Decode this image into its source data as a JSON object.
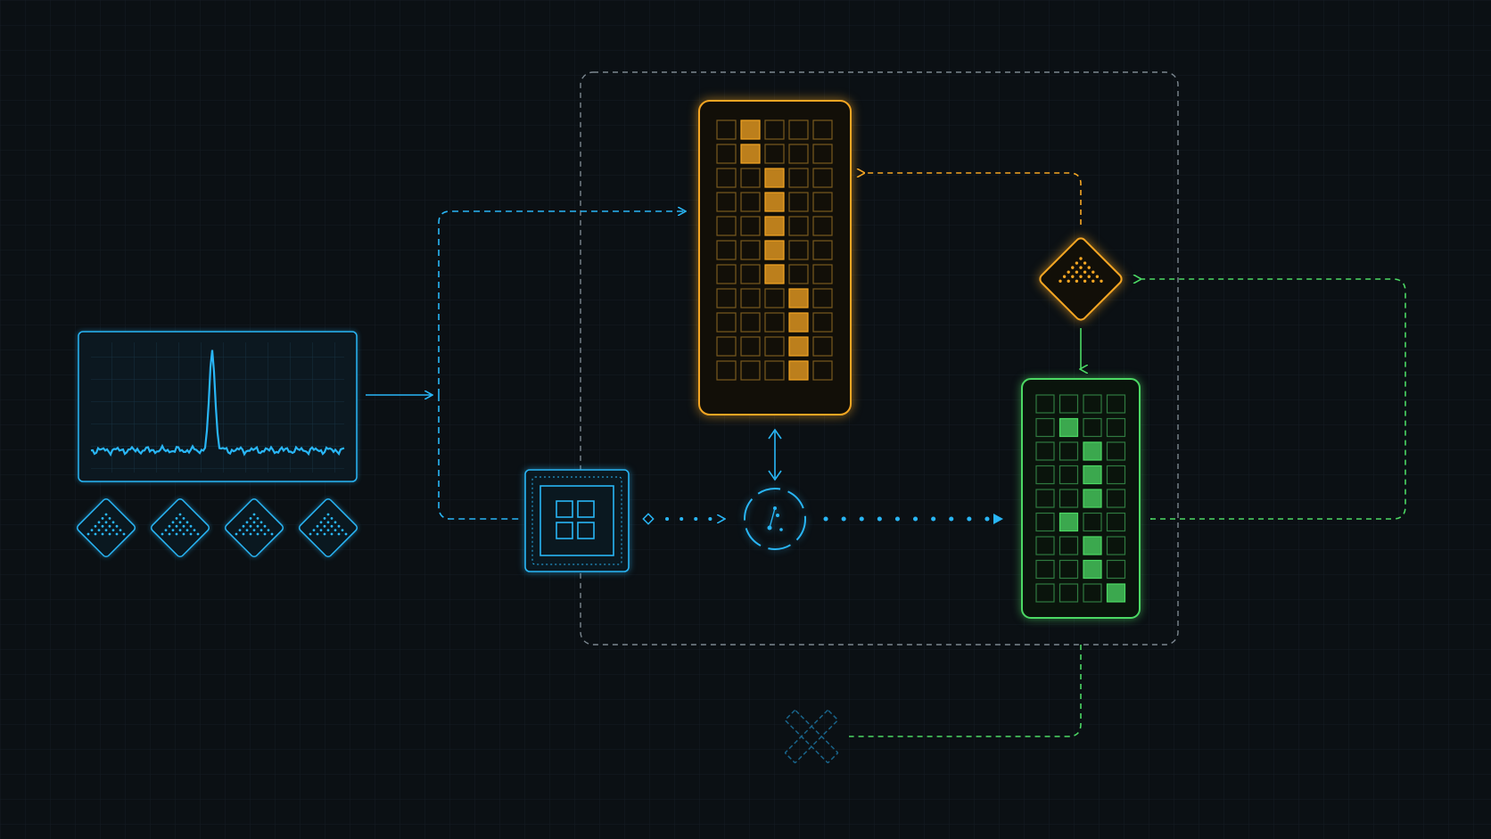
{
  "colors": {
    "background": "#0b1014",
    "grid": "#17202a",
    "blue": "#29b6f6",
    "orange": "#f5a623",
    "green": "#4cd964",
    "gray_dash": "#7c8790",
    "ghost_x": "#1e7fb0"
  },
  "orange_matrix": {
    "rows": 11,
    "cols": 5,
    "active": [
      [
        0,
        1
      ],
      [
        1,
        1
      ],
      [
        2,
        2
      ],
      [
        3,
        2
      ],
      [
        4,
        2
      ],
      [
        5,
        2
      ],
      [
        6,
        2
      ],
      [
        7,
        3
      ],
      [
        8,
        3
      ],
      [
        9,
        3
      ],
      [
        10,
        3
      ]
    ]
  },
  "green_matrix": {
    "rows": 9,
    "cols": 4,
    "active": [
      [
        1,
        1
      ],
      [
        2,
        2
      ],
      [
        3,
        2
      ],
      [
        4,
        2
      ],
      [
        5,
        1
      ],
      [
        6,
        2
      ],
      [
        7,
        2
      ],
      [
        8,
        3
      ]
    ]
  },
  "signal_panel": {
    "peak_position": 0.5
  },
  "icons": {
    "spectrum_panel": "signal-spike-icon",
    "chip": "processor-chip-icon",
    "router": "circular-node-icon",
    "decision": "diamond-dot-pyramid-icon",
    "terminal": "x-cross-icon"
  },
  "mini_diamond_count": 4
}
